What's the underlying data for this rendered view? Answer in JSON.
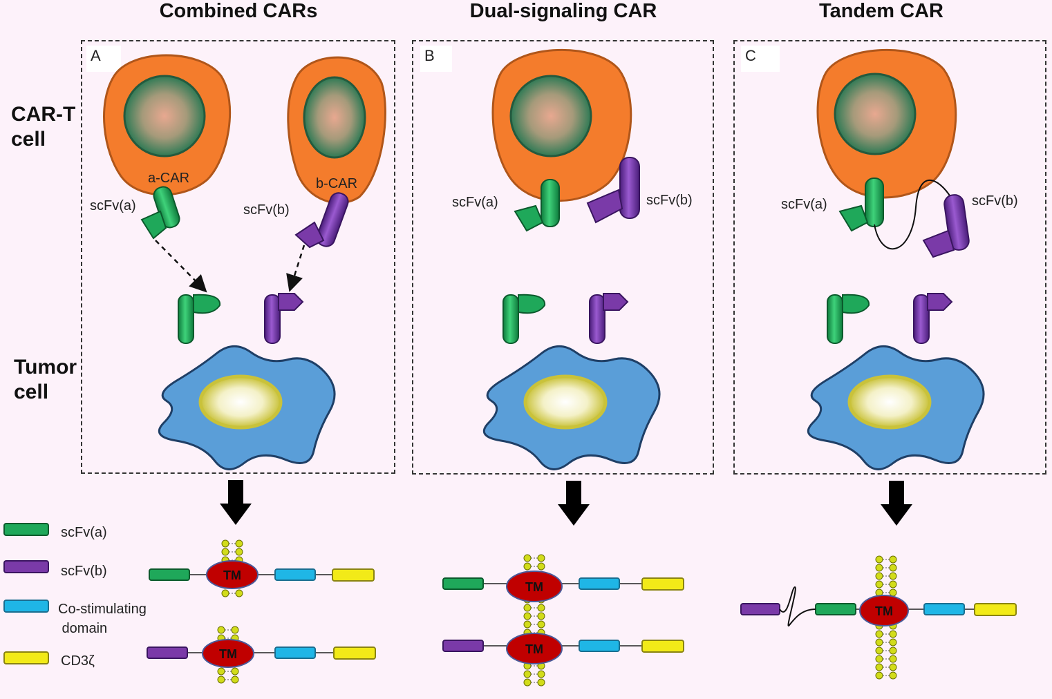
{
  "panels": [
    {
      "title": "Combined CARs",
      "letter": "A",
      "left_receptor_label": "scFv(a)",
      "right_receptor_label": "scFv(b)",
      "left_car_label": "a-CAR",
      "right_car_label": "b-CAR"
    },
    {
      "title": "Dual-signaling CAR",
      "letter": "B",
      "left_receptor_label": "scFv(a)",
      "right_receptor_label": "scFv(b)"
    },
    {
      "title": "Tandem CAR",
      "letter": "C",
      "left_receptor_label": "scFv(a)",
      "right_receptor_label": "scFv(b)"
    }
  ],
  "row_labels": {
    "car_t": "CAR-T\ncell",
    "tumor": "Tumor\ncell"
  },
  "legend": [
    {
      "label": "scFv(a)",
      "color": "#1fa85a"
    },
    {
      "label": "scFv(b)",
      "color": "#7a3aa8"
    },
    {
      "label": "Co-stimulating\n domain",
      "color": "#1fb6e6"
    },
    {
      "label": "CD3ζ",
      "color": "#f2ea18"
    }
  ],
  "tm_label": "TM",
  "colors": {
    "background": "#fdf2fa",
    "tcell": "#f47c2c",
    "nucleus_outer": "#3f7f57",
    "nucleus_inner": "#e8a890",
    "tumor": "#5a9ed8",
    "tumor_nucleus": "#c9c23a",
    "tm": "#c00000",
    "lipid": "#d2dc1a"
  }
}
